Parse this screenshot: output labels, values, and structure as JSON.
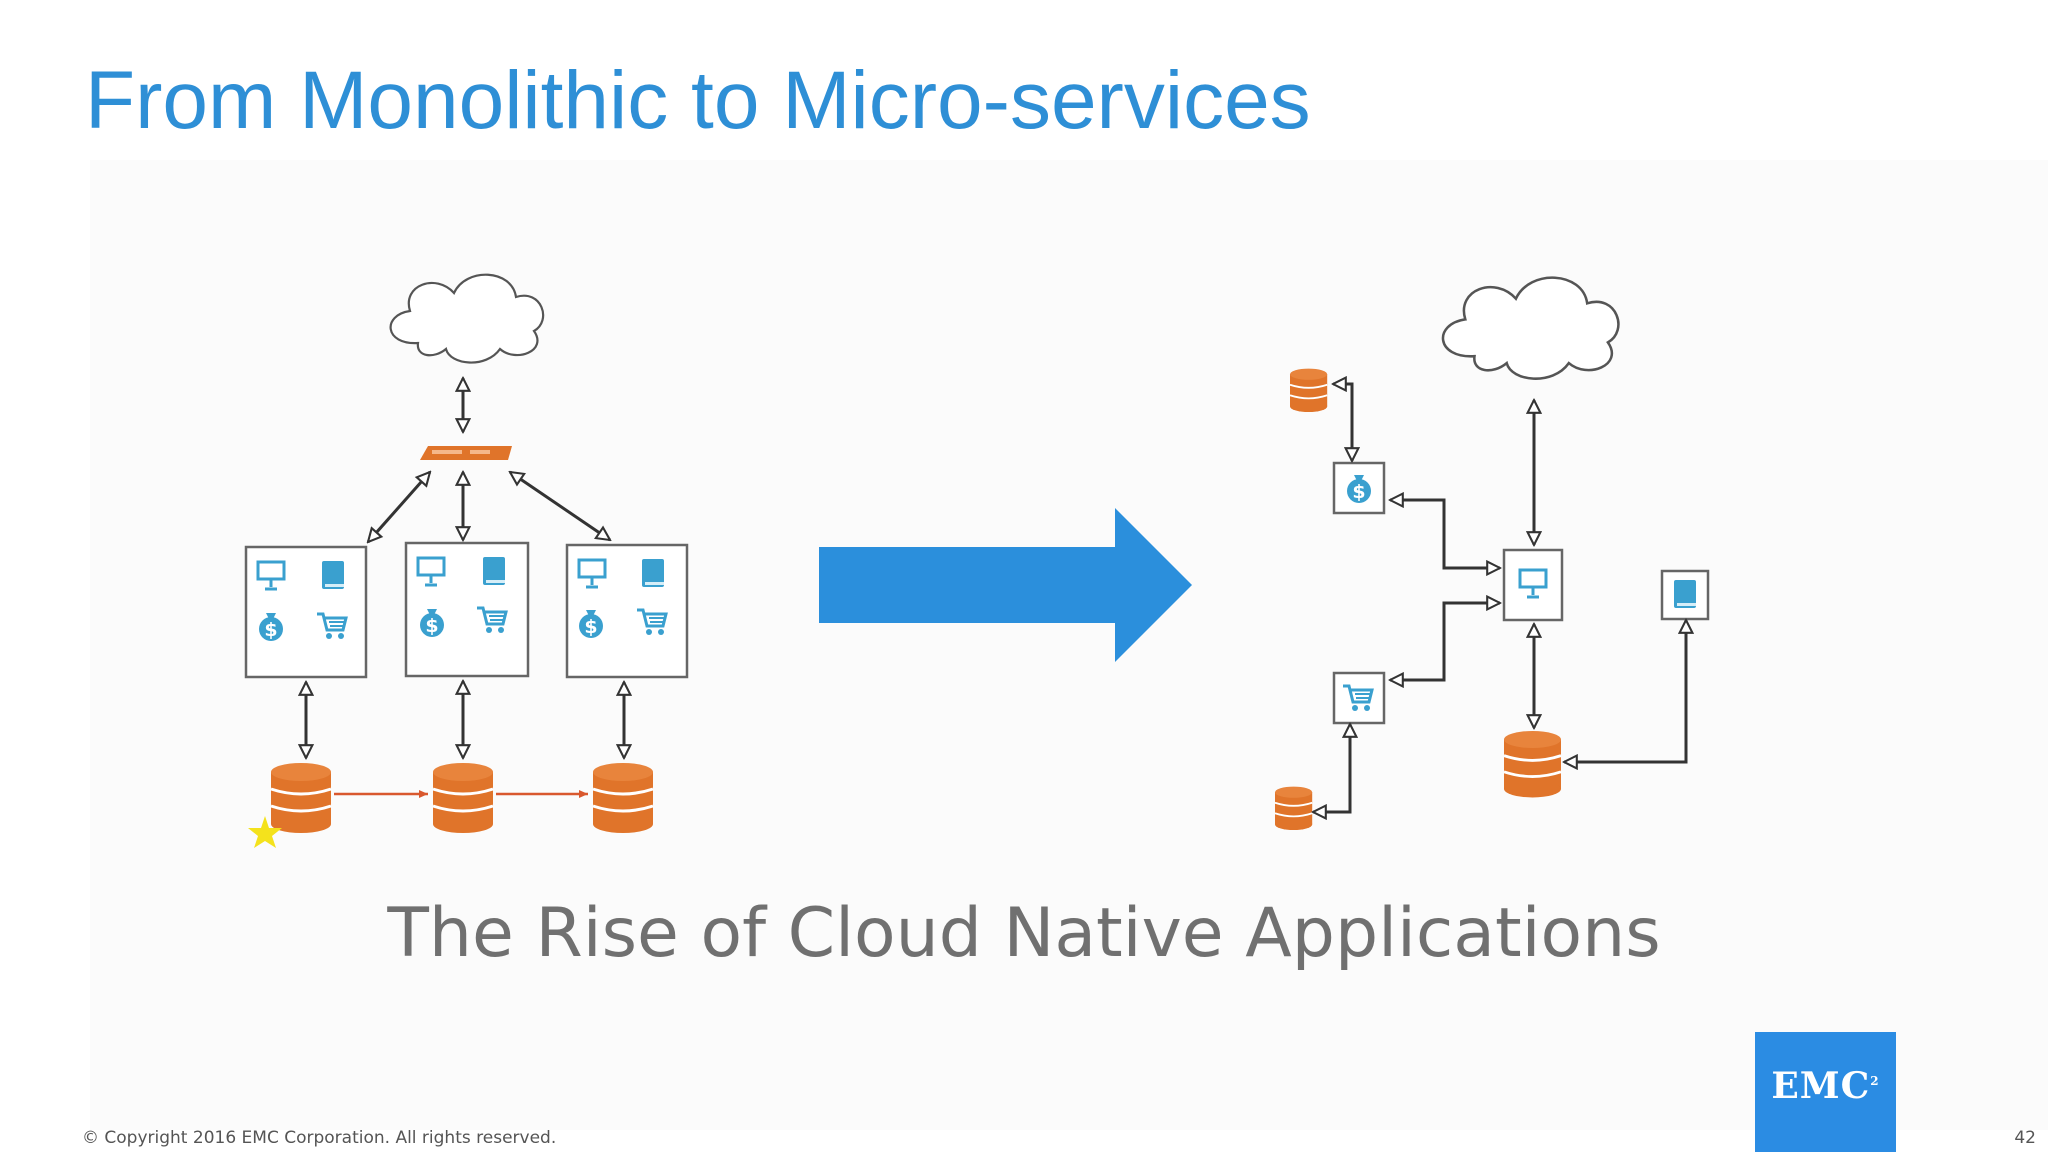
{
  "slide": {
    "title": "From Monolithic to Micro-services",
    "subtitle": "The Rise of Cloud Native Applications",
    "copyright": "© Copyright 2016 EMC Corporation. All rights reserved.",
    "page_number": "42"
  },
  "logo": {
    "text": "EMC",
    "superscript": "2"
  },
  "colors": {
    "title": "#2e8fd6",
    "arrow": "#2b8fdc",
    "database": "#e0742a",
    "icon": "#3aa0cf",
    "subtitle": "#707070",
    "logo_bg": "#2b8ce3"
  }
}
